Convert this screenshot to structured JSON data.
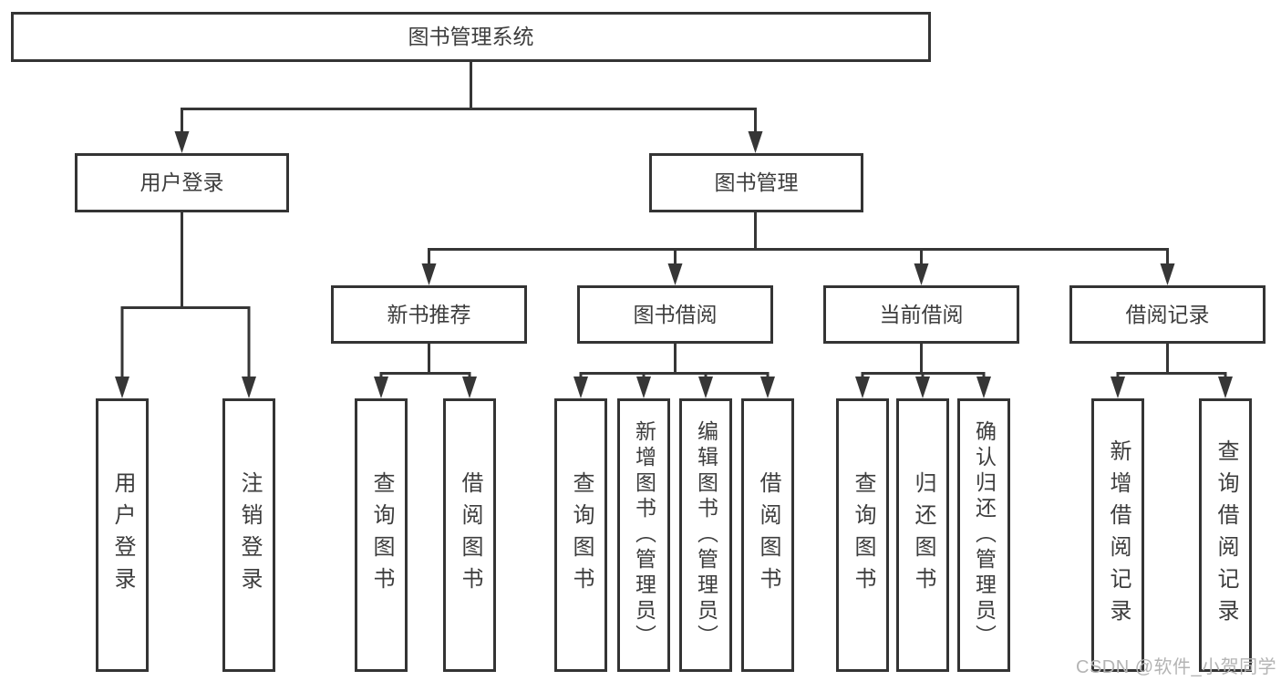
{
  "tree": {
    "root": {
      "label": "图书管理系统"
    },
    "children": [
      {
        "label": "用户登录",
        "children": [
          {
            "label": "用户登录"
          },
          {
            "label": "注销登录"
          }
        ]
      },
      {
        "label": "图书管理",
        "children": [
          {
            "label": "新书推荐",
            "children": [
              {
                "label": "查询图书"
              },
              {
                "label": "借阅图书"
              }
            ]
          },
          {
            "label": "图书借阅",
            "children": [
              {
                "label": "查询图书"
              },
              {
                "label": "新增图书（管理员）"
              },
              {
                "label": "编辑图书（管理员）"
              },
              {
                "label": "借阅图书"
              }
            ]
          },
          {
            "label": "当前借阅",
            "children": [
              {
                "label": "查询图书"
              },
              {
                "label": "归还图书"
              },
              {
                "label": "确认归还（管理员）"
              }
            ]
          },
          {
            "label": "借阅记录",
            "children": [
              {
                "label": "新增借阅记录"
              },
              {
                "label": "查询借阅记录"
              }
            ]
          }
        ]
      }
    ]
  },
  "watermark": {
    "text": "CSDN @软件_小贺同学"
  },
  "colors": {
    "line": "#363636",
    "box_border": "#343434",
    "text": "#3d3d3d",
    "watermark": "#b4b4b4",
    "background": "#ffffff"
  }
}
